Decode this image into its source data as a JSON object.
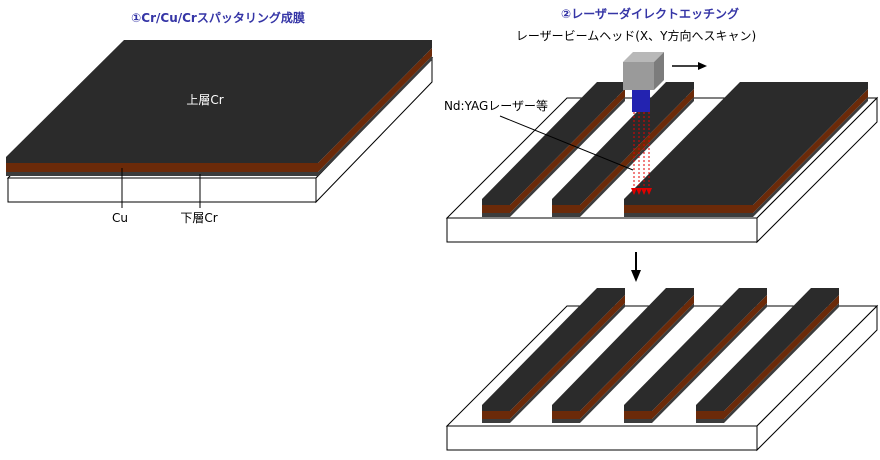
{
  "step1": {
    "title": "①Cr/Cu/Crスパッタリング成膜",
    "label_top_cr": "上層Cr",
    "label_cu": "Cu",
    "label_bottom_cr": "下層Cr"
  },
  "step2": {
    "title": "②レーザーダイレクトエッチング",
    "laser_head_label": "レーザービームヘッド(X、Y方向へスキャン)",
    "laser_type_label": "Nd:YAGレーザー等"
  },
  "colors": {
    "top_cr": "#2b2b2b",
    "cu": "#6b2a09",
    "bottom_cr": "#3c3c3c",
    "title": "#3535a6",
    "laser_beam": "#e00000",
    "laser_nozzle": "#2323b0",
    "laser_head": "#9a9a9a"
  }
}
